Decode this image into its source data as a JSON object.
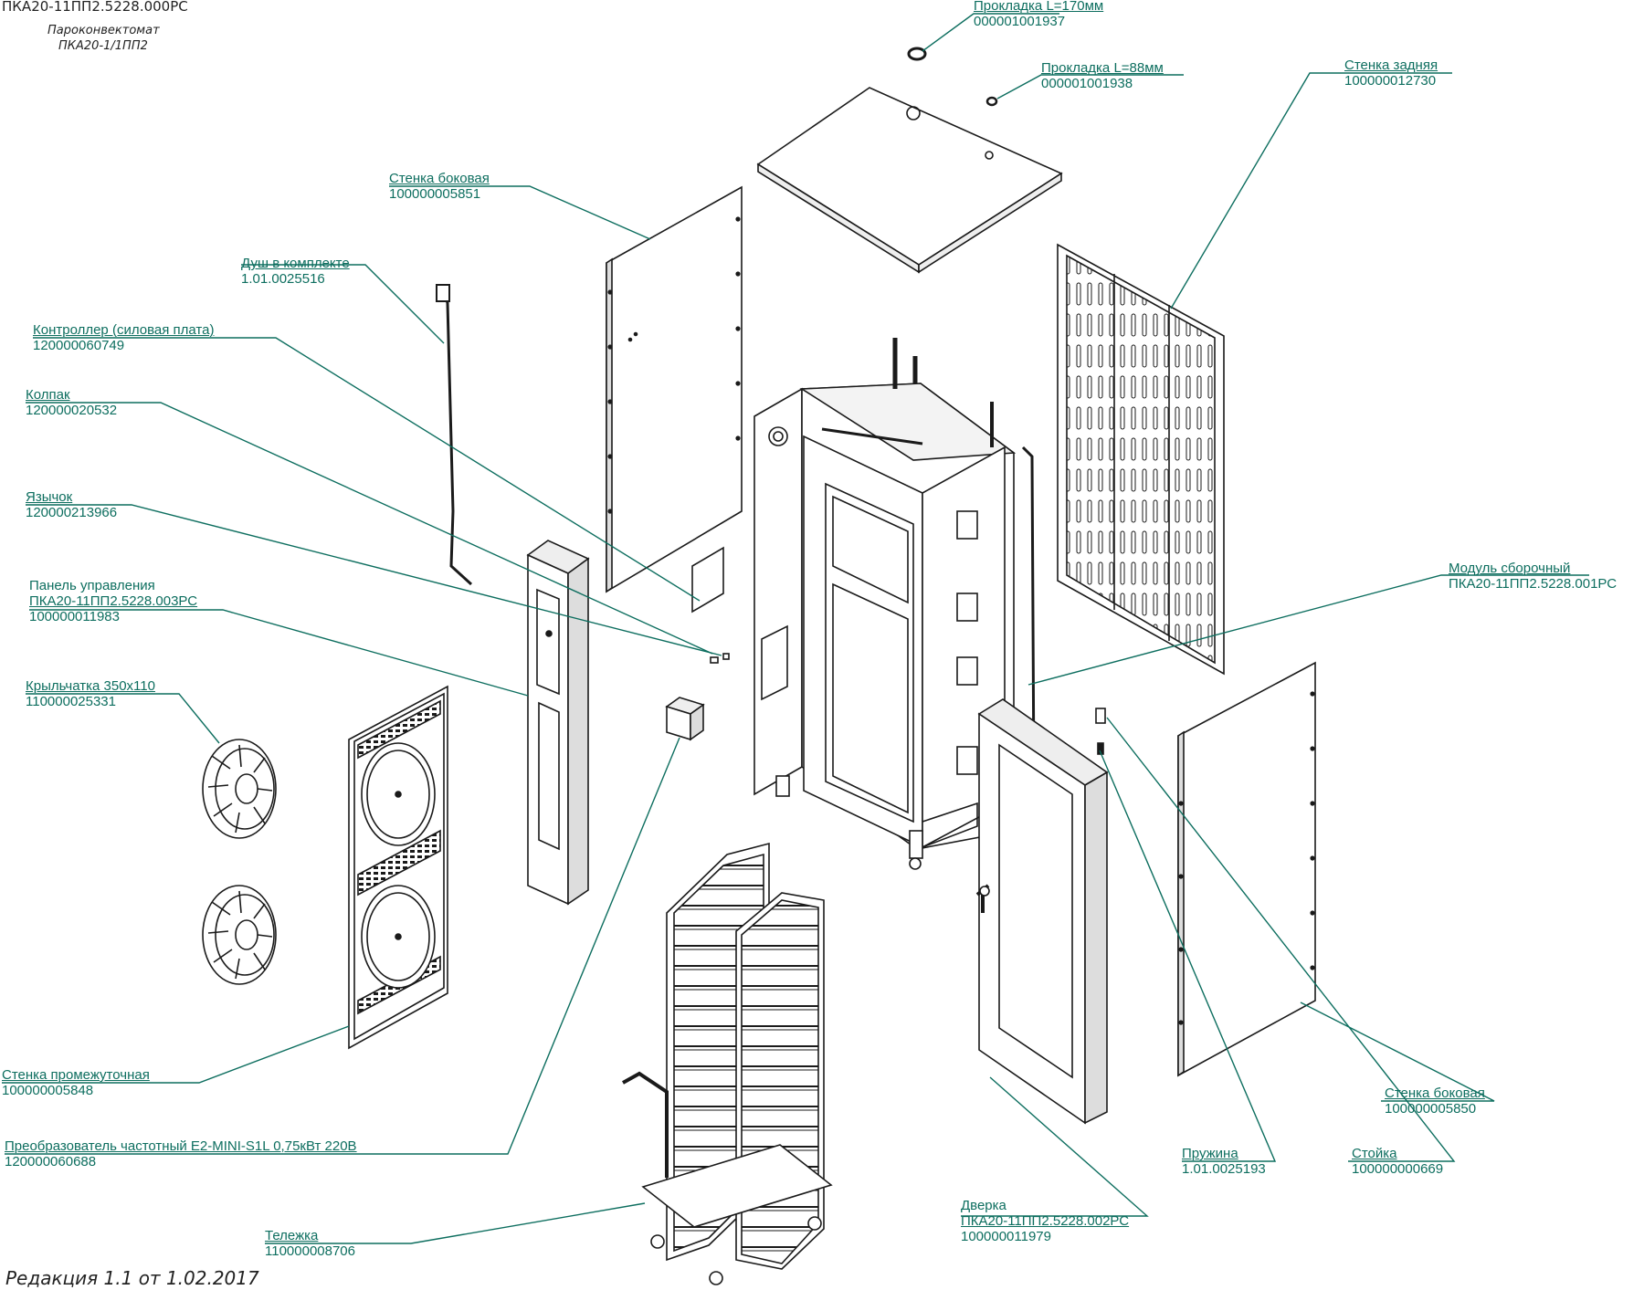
{
  "header": {
    "title": "ПКА20-11ПП2.5228.000РС",
    "subtitle": "Пароконвектомат",
    "model": "ПКА20-1/1ПП2"
  },
  "revision": "Редакция 1.1 от 1.02.2017",
  "colors": {
    "leader": "#0d6e5f",
    "drawing": "#1a1a1a"
  },
  "labels": {
    "gasket170": {
      "name": "Прокладка L=170мм",
      "code": "000001001937"
    },
    "gasket88": {
      "name": "Прокладка L=88мм",
      "code": "000001001938"
    },
    "rear_wall": {
      "name": "Стенка задняя",
      "code": "100000012730"
    },
    "side_wall_left": {
      "name": "Стенка боковая",
      "code": "100000005851"
    },
    "shower": {
      "name": "Душ в комплекте",
      "code": "1.01.0025516"
    },
    "controller": {
      "name": "Контроллер (силовая плата)",
      "code": "120000060749"
    },
    "cap": {
      "name": "Колпак",
      "code": "120000020532"
    },
    "tongue": {
      "name": "Язычок",
      "code": "120000213966"
    },
    "control_panel": {
      "name": "Панель управления",
      "name2": "ПКА20-11ПП2.5228.003РС",
      "code": "100000011983"
    },
    "impeller": {
      "name": "Крыльчатка 350х110",
      "code": "110000025331"
    },
    "assembly_module": {
      "name": "Модуль сборочный",
      "code": "ПКА20-11ПП2.5228.001РС"
    },
    "intermediate_wall": {
      "name": "Стенка промежуточная",
      "code": "100000005848"
    },
    "inverter": {
      "name": "Преобразователь частотный E2-MINI-S1L 0,75кВт 220В",
      "code": "120000060688"
    },
    "trolley": {
      "name": "Тележка",
      "code": "110000008706"
    },
    "door": {
      "name": "Дверка",
      "name2": "ПКА20-11ПП2.5228.002РС",
      "code": "100000011979"
    },
    "spring": {
      "name": "Пружина",
      "code": "1.01.0025193"
    },
    "post": {
      "name": "Стойка",
      "code": "100000000669"
    },
    "side_wall_right": {
      "name": "Стенка боковая",
      "code": "100000005850"
    }
  }
}
